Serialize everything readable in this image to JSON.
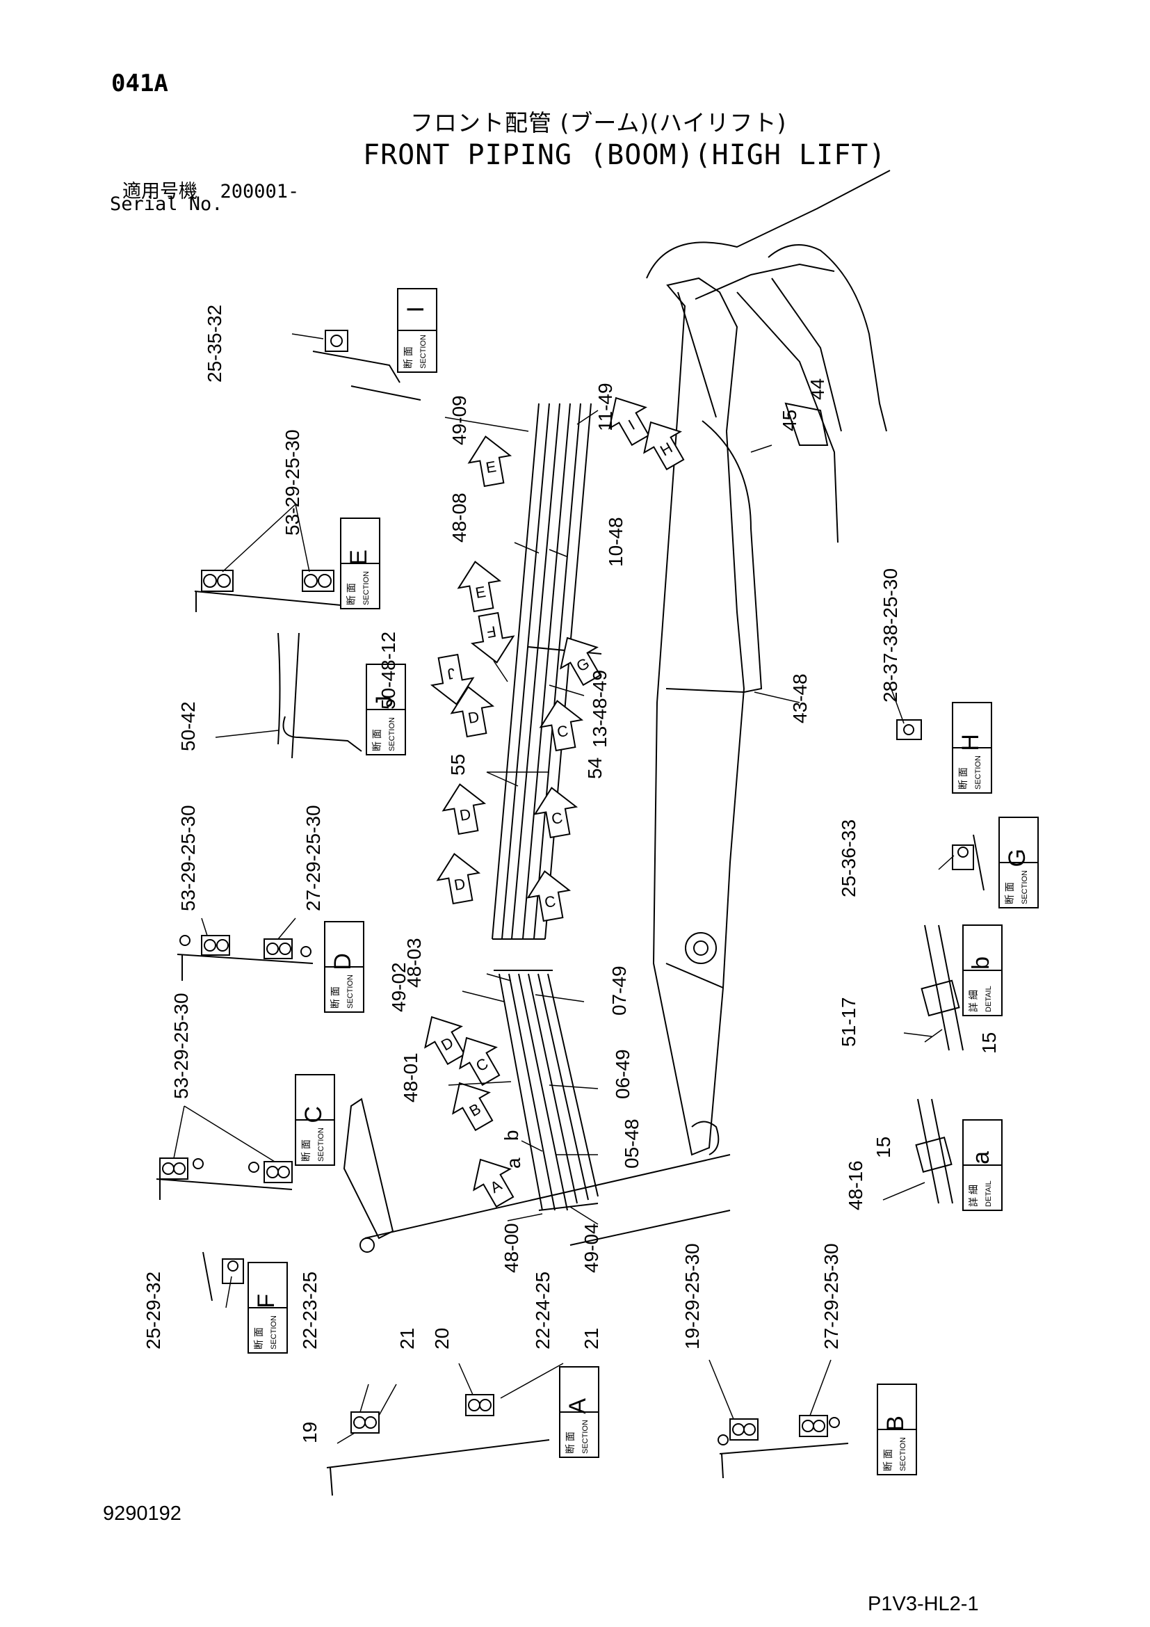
{
  "header": {
    "page_code": "041A",
    "title_jp": "フロント配管 (ブーム)(ハイリフト)",
    "title_en": "FRONT PIPING (BOOM)(HIGH LIFT)",
    "serial_label_jp": "適用号機",
    "serial_value": "200001-",
    "serial_label_en": "Serial No."
  },
  "footer": {
    "doc_number": "9290192",
    "drawing_code": "P1V3-HL2-1"
  },
  "labels": {
    "section_jp": "断 面",
    "section_en": "SECTION",
    "detail_jp": "詳 細",
    "detail_en": "DETAIL"
  },
  "section_boxes": [
    {
      "id": "I",
      "kind": "section"
    },
    {
      "id": "E",
      "kind": "section"
    },
    {
      "id": "J",
      "kind": "section"
    },
    {
      "id": "H",
      "kind": "section"
    },
    {
      "id": "G",
      "kind": "section"
    },
    {
      "id": "D",
      "kind": "section"
    },
    {
      "id": "b",
      "kind": "detail"
    },
    {
      "id": "C",
      "kind": "section"
    },
    {
      "id": "a",
      "kind": "detail"
    },
    {
      "id": "F",
      "kind": "section"
    },
    {
      "id": "A",
      "kind": "section"
    },
    {
      "id": "B",
      "kind": "section"
    }
  ],
  "callouts": [
    "25-35-32",
    "53-29-25-30",
    "50-42",
    "49-09",
    "11-49",
    "48-08",
    "10-48",
    "50-48-12",
    "13-48-49",
    "45",
    "44",
    "43-48",
    "55",
    "54",
    "28-37-38-25-30",
    "25-36-33",
    "53-29-25-30",
    "27-29-25-30",
    "49-02",
    "48-03",
    "07-49",
    "48-01",
    "06-49",
    "05-48",
    "a",
    "b",
    "48-00",
    "49-04",
    "51-17",
    "15",
    "53-29-25-30",
    "15",
    "48-16",
    "25-29-32",
    "22-23-25",
    "21",
    "19",
    "20",
    "22-24-25",
    "21",
    "19-29-25-30",
    "27-29-25-30"
  ],
  "arrow_markers": [
    "I",
    "H",
    "E",
    "E",
    "F",
    "G",
    "J",
    "D",
    "C",
    "D",
    "C",
    "D",
    "C",
    "D",
    "C",
    "B",
    "A"
  ]
}
